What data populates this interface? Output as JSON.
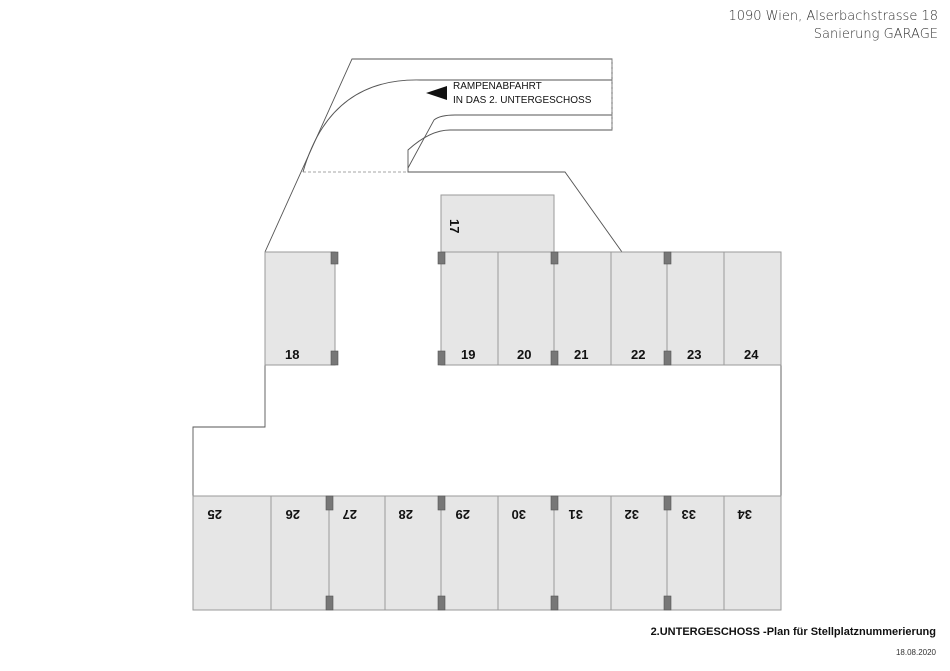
{
  "header": {
    "address": "1090 Wien, Alserbachstrasse 18",
    "project": "Sanierung GARAGE"
  },
  "ramp": {
    "line1": "RAMPENABFAHRT",
    "line2": "IN DAS 2. UNTERGESCHOSS"
  },
  "spaces": {
    "s17": "17",
    "s18": "18",
    "s19": "19",
    "s20": "20",
    "s21": "21",
    "s22": "22",
    "s23": "23",
    "s24": "24",
    "s25": "25",
    "s26": "26",
    "s27": "27",
    "s28": "28",
    "s29": "29",
    "s30": "30",
    "s31": "31",
    "s32": "32",
    "s33": "33",
    "s34": "34"
  },
  "footer": {
    "title": "2.UNTERGESCHOSS -Plan für Stellplatznummerierung",
    "date": "18.08.2020"
  }
}
